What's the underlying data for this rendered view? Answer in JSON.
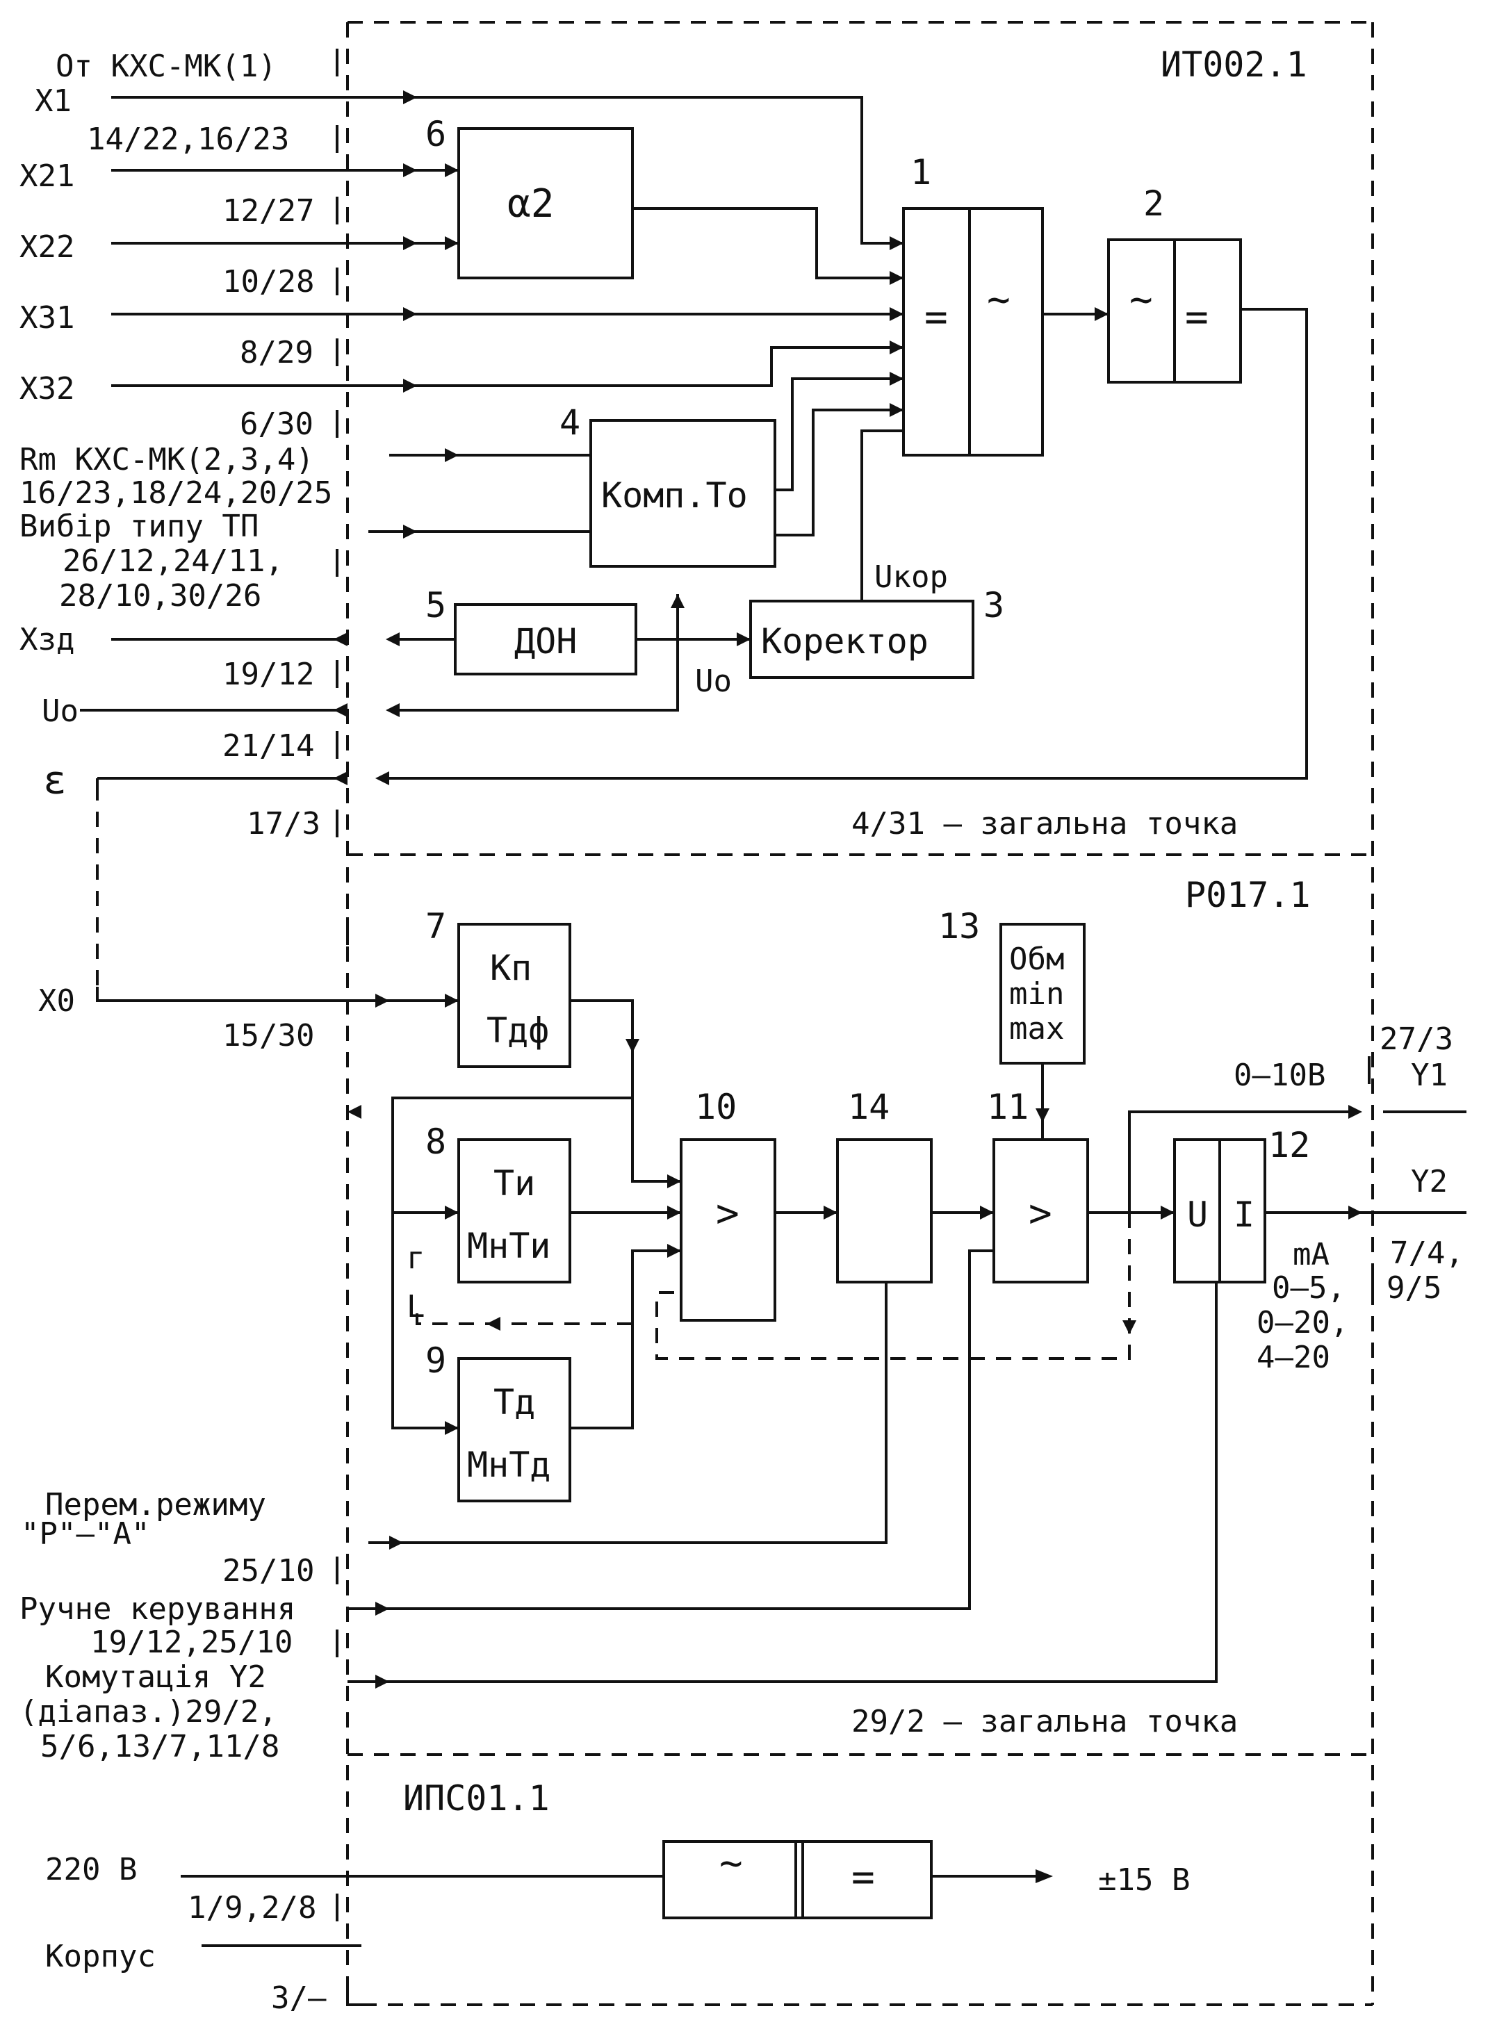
{
  "modules": {
    "ito": "ИТ002.1",
    "ro": "Р017.1",
    "ipso": "ИПС01.1"
  },
  "inputs": {
    "from_kxs": "От КХС-МК(1)",
    "x1": "X1",
    "pin_x21": "14/22,16/23",
    "x21": "X21",
    "pin_x22": "12/27",
    "x22": "X22",
    "pin_x31": "10/28",
    "x31": "X31",
    "pin_x32": "8/29",
    "x32": "X32",
    "pin_rm": "6/30",
    "rm": "Rm КХС-МК(2,3,4)",
    "pin_rm2": "16/23,18/24,20/25",
    "select_tp": "Вибір типу ТП",
    "pin_tp1": "26/12,24/11,",
    "pin_tp2": "28/10,30/26",
    "xzd": "Хзд",
    "pin_xzd": "19/12",
    "u0": "Uo",
    "pin_u0": "21/14",
    "eps": "ε",
    "pin_eps": "17/3",
    "common_top": "4/31 – загальна точка",
    "x0": "X0",
    "pin_x0": "15/30",
    "mode_switch_1": "Перем.режиму",
    "mode_switch_2": "\"Р\"–\"А\"",
    "pin_mode": "25/10",
    "manual": "Ручне керування",
    "pin_manual": "19/12,25/10",
    "comm_y2_1": "Комутація Y2",
    "comm_y2_2": "(діапаз.)29/2,",
    "comm_y2_3": "5/6,13/7,11/8",
    "common_mid": "29/2 – загальна точка",
    "v220": "220 В",
    "pin_220": "1/9,2/8",
    "korpus": "Корпус",
    "pin_korpus": "3/–",
    "pm15": "±15 В"
  },
  "outputs": {
    "range_y1": "0–10В",
    "pin_y1": "27/3",
    "y1": "Y1",
    "y2": "Y2",
    "ma": "mA",
    "r1": "0–5,",
    "r2": "0–20,",
    "r3": "4–20",
    "pin_y2a": "7/4,",
    "pin_y2b": "9/5"
  },
  "blocks": {
    "n1": "1",
    "b1_a": "=",
    "b1_b": "~",
    "n2": "2",
    "b2_a": "~",
    "b2_b": "=",
    "n3": "3",
    "b3": "Коректор",
    "ukor": "Uкор",
    "n4": "4",
    "b4": "Комп.To",
    "n5": "5",
    "b5": "ДОН",
    "u0_label": "Uo",
    "n6": "6",
    "b6": "α2",
    "n7": "7",
    "b7_a": "Кп",
    "b7_b": "Тдф",
    "n8": "8",
    "b8_a": "Ти",
    "b8_b": "МнТи",
    "n9": "9",
    "b9_a": "Тд",
    "b9_b": "МнТд",
    "n10": "10",
    "b10": ">",
    "n11": "11",
    "b11": ">",
    "n12": "12",
    "b12_a": "U",
    "b12_b": "I",
    "n13": "13",
    "b13_a": "Обм",
    "b13_b": "min",
    "b13_c": "max",
    "n14": "14",
    "ps_a": "~",
    "ps_b": "=",
    "bracket_top": "г",
    "bracket_bot": "L"
  }
}
